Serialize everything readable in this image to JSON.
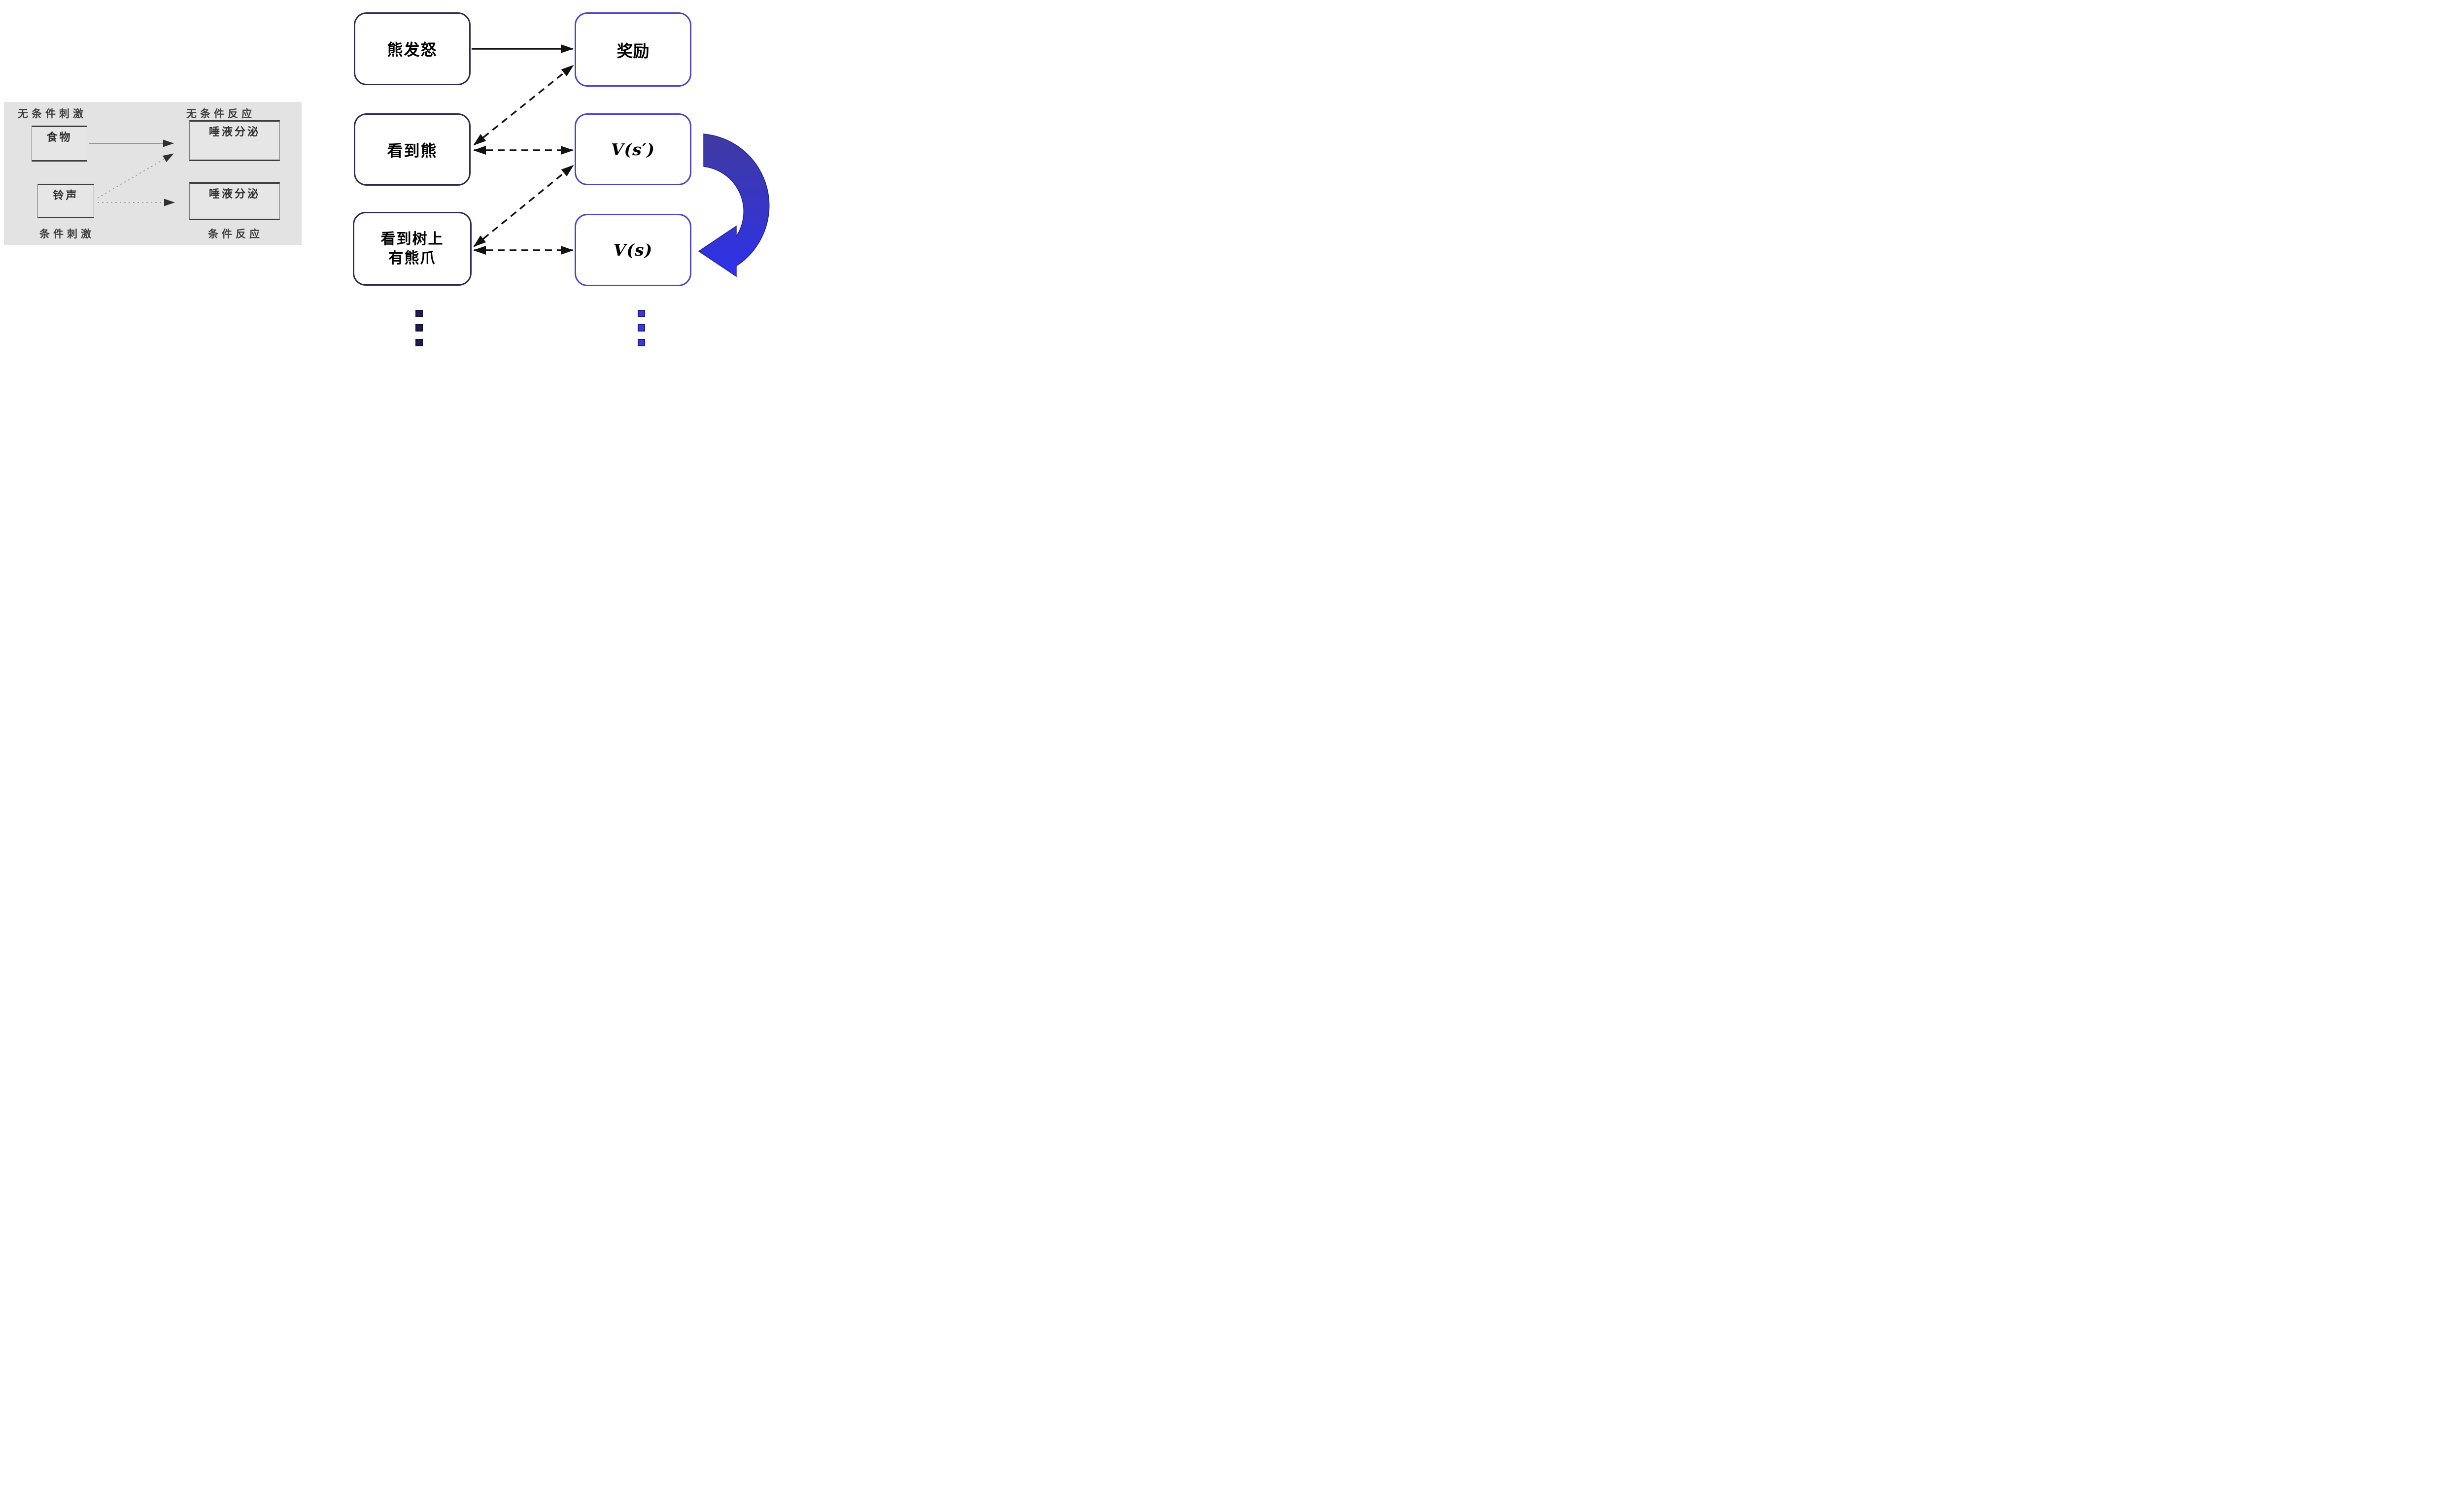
{
  "left_panel": {
    "labels": {
      "ucs": "无条件刺激",
      "ucr": "无条件反应",
      "cs": "条件刺激",
      "cr": "条件反应"
    },
    "boxes": {
      "food": "食物",
      "salivation_top": "唾液分泌",
      "bell": "铃声",
      "salivation_bottom": "唾液分泌"
    },
    "connections": [
      {
        "from": "食物",
        "to": "唾液分泌(上)",
        "style": "solid"
      },
      {
        "from": "铃声",
        "to": "唾液分泌(上)",
        "style": "dotted"
      },
      {
        "from": "铃声",
        "to": "唾液分泌(下)",
        "style": "dotted"
      }
    ]
  },
  "right_diagram": {
    "states": [
      {
        "label": "熊发怒"
      },
      {
        "label": "看到熊"
      },
      {
        "label": "看到树上\n有熊爪"
      }
    ],
    "values": [
      {
        "label": "奖励"
      },
      {
        "label": "V(s′)"
      },
      {
        "label": "V(s)"
      }
    ],
    "connections": [
      {
        "from": "熊发怒",
        "to": "奖励",
        "style": "solid",
        "heads": 1
      },
      {
        "from": "看到熊",
        "to": "奖励",
        "style": "dashed",
        "heads": 2
      },
      {
        "from": "看到熊",
        "to": "V(s′)",
        "style": "dashed",
        "heads": 2
      },
      {
        "from": "看到树上有熊爪",
        "to": "V(s′)",
        "style": "dashed",
        "heads": 2
      },
      {
        "from": "看到树上有熊爪",
        "to": "V(s)",
        "style": "dashed",
        "heads": 2
      },
      {
        "from": "V(s′)",
        "to": "V(s)",
        "style": "blue-ribbon-loop",
        "heads": 1
      }
    ],
    "ellipsis": {
      "left_column_dots": 3,
      "right_column_dots": 3
    }
  },
  "colors": {
    "panel_bg": "#e3e3e3",
    "panel_line_gray": "#8c8c8c",
    "panel_arrowhead": "#2f2f2f",
    "state_box_border": "#2e2a52",
    "value_box_border": "#4946c9",
    "arrow_black": "#111111",
    "loop_arrow_top": "#403aa0",
    "loop_arrow_bottom": "#2e31ea",
    "left_dot": "#1c1c4f",
    "right_dot": "#3b36dd"
  }
}
